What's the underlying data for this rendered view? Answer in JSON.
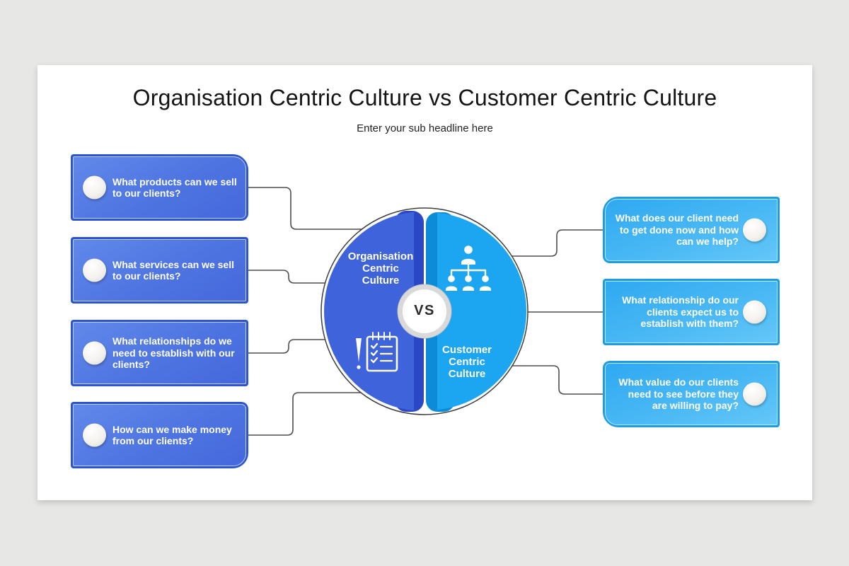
{
  "header": {
    "title": "Organisation Centric Culture vs Customer Centric Culture",
    "subtitle": "Enter your sub headline here"
  },
  "center": {
    "left_label": "Organisation Centric Culture",
    "right_label": "Customer Centric Culture",
    "vs_label": "VS",
    "icons": {
      "left": "checklist-icon",
      "right": "org-chart-icon"
    }
  },
  "left_boxes": [
    {
      "text": "What products can we sell to our clients?"
    },
    {
      "text": "What services can we sell to our clients?"
    },
    {
      "text": "What relationships do we need to establish with our clients?"
    },
    {
      "text": "How can we make money from our clients?"
    }
  ],
  "right_boxes": [
    {
      "text": "What does our client need to get done now and how can we help?"
    },
    {
      "text": "What relationship do our clients expect us to establish with them?"
    },
    {
      "text": "What value do our clients need to see before they are willing to pay?"
    }
  ],
  "colors": {
    "page_bg": "#E7E7E5",
    "left_half": "#3E63DA",
    "left_bevel": "#2A47C5",
    "right_half": "#1CA5F0",
    "right_bevel": "#0B8BD8",
    "left_box_border": "#2A54D2",
    "right_box_border": "#1B9DE6",
    "connector": "#4d4d4d"
  }
}
